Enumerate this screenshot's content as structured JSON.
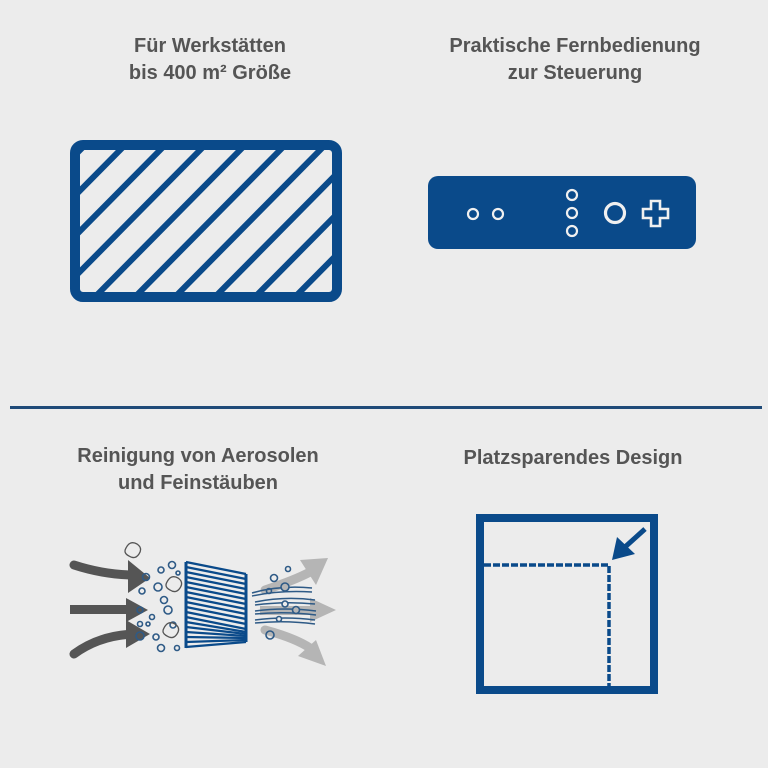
{
  "colors": {
    "background": "#ececec",
    "accent": "#0a4a8a",
    "text": "#555555",
    "arrow_dark": "#555555",
    "arrow_light": "#b5b5b5",
    "divider": "#1f4a78"
  },
  "features": [
    {
      "id": "area",
      "title_lines": [
        "Für Werkstätten",
        "bis 400 m² Größe"
      ],
      "icon": "hatched-area-icon"
    },
    {
      "id": "remote",
      "title_lines": [
        "Praktische Fernbedienung",
        "zur Steuerung"
      ],
      "icon": "remote-control-icon"
    },
    {
      "id": "filter",
      "title_lines": [
        "Reinigung von Aerosolen",
        "und Feinstäuben"
      ],
      "icon": "air-filter-icon"
    },
    {
      "id": "design",
      "title_lines": [
        "Platzsparendes Design"
      ],
      "icon": "space-saving-icon"
    }
  ]
}
